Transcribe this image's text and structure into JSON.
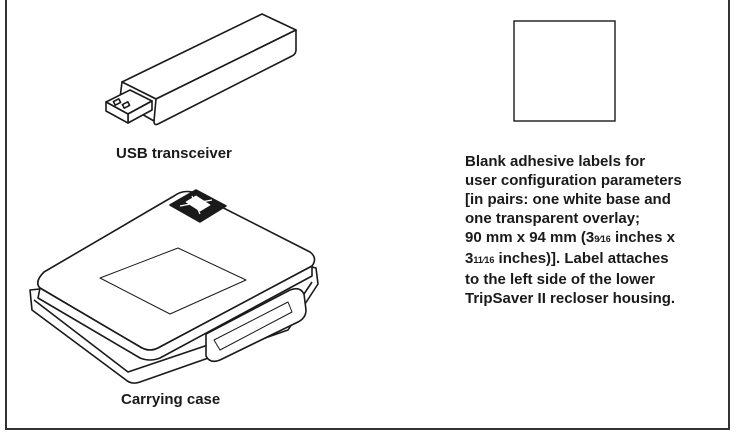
{
  "usb": {
    "caption": "USB transceiver"
  },
  "case": {
    "caption": "Carrying case"
  },
  "labels": {
    "lines": [
      "Blank adhesive labels for",
      "user configuration parameters",
      "[in pairs: one white base and",
      "one transparent overlay;"
    ],
    "dims_a": "90 mm x 94 mm (3",
    "frac1": "9⁄16",
    "dims_b": " inches x",
    "dims_c": "3",
    "frac2": "11⁄16",
    "dims_d": " inches)]. Label attaches",
    "lines2": [
      "to the left side of the lower",
      "TripSaver II recloser housing."
    ]
  },
  "colors": {
    "stroke": "#1a1a1a",
    "frame": "#333333"
  }
}
